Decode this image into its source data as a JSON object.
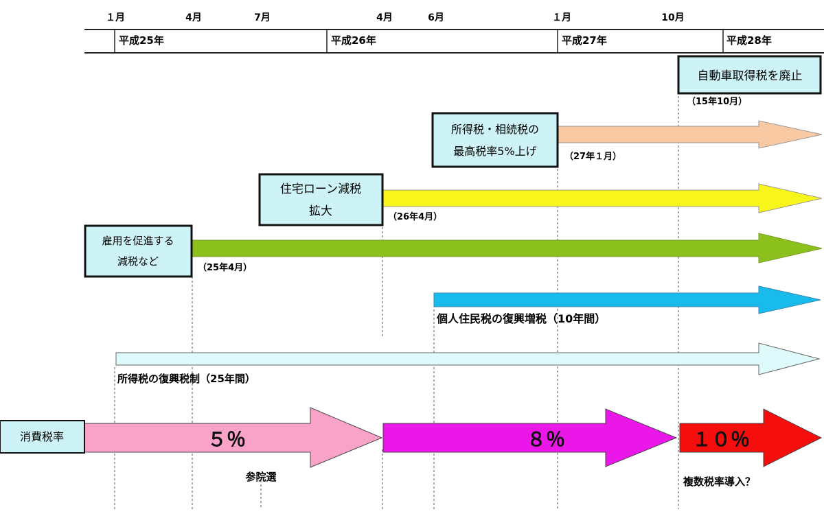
{
  "timeline": {
    "months": {
      "m1": "１月",
      "m2": "4月",
      "m3": "7月",
      "m4": "4月",
      "m5": "6月",
      "m6": "１月",
      "m7": "10月"
    },
    "years": {
      "y1": "平成25年",
      "y2": "平成26年",
      "y3": "平成27年",
      "y4": "平成28年"
    }
  },
  "policies": {
    "car_tax": {
      "box": "自動車取得税を廃止",
      "date": "（15年10月）"
    },
    "income_tax": {
      "box_line1": "所得税・相続税の",
      "box_line2": "最高税率5%上げ",
      "date": "（27年１月）"
    },
    "housing": {
      "box_line1": "住宅ローン減税",
      "box_line2": "拡大",
      "date": "（26年4月）"
    },
    "employment": {
      "box_line1": "雇用を促進する",
      "box_line2": "減税など",
      "date": "（25年4月）"
    },
    "resident_tax": {
      "label": "個人住民税の復興増税（10年間）"
    },
    "income_recovery": {
      "label": "所得税の復興税制（25年間）"
    }
  },
  "consumption_tax": {
    "box": "消費税率",
    "rate_5": "５％",
    "rate_8": "８％",
    "rate_10": "１０％",
    "election": "参院選",
    "multiple_rates": "複数税率導入？"
  },
  "colors": {
    "box_fill": "#cdf3f7",
    "income_tax_arrow": "#f9c9a3",
    "housing_arrow": "#f7f51b",
    "employment_arrow": "#8cc11d",
    "resident_arrow": "#19baec",
    "recovery_arrow": "#dffafb",
    "rate5_arrow": "#f9a3c9",
    "rate8_arrow": "#eb17e8",
    "rate10_arrow": "#f40e0e"
  }
}
